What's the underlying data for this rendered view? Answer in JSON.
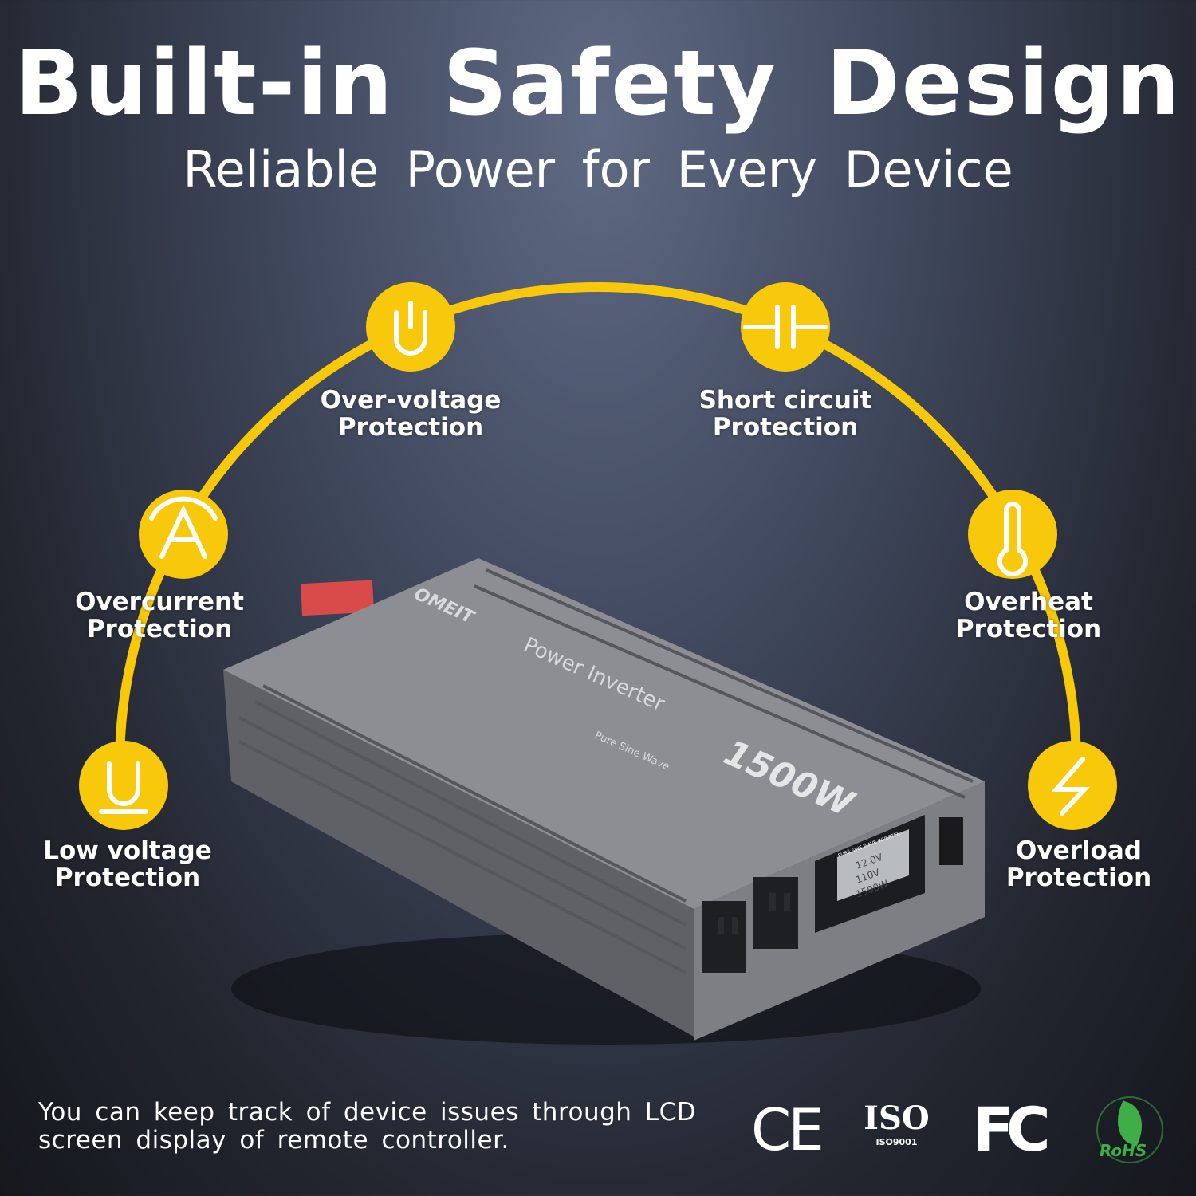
{
  "header": {
    "title": "Built-in Safety Design",
    "subtitle": "Reliable Power for Every Device"
  },
  "colors": {
    "accent": "#f8c80a",
    "rohs_green": "#3fae49"
  },
  "features": [
    {
      "line1": "Over-voltage",
      "line2": "Protection",
      "icon": "power-plug-icon"
    },
    {
      "line1": "Short circuit",
      "line2": "Protection",
      "icon": "capacitor-icon"
    },
    {
      "line1": "Overcurrent",
      "line2": "Protection",
      "icon": "ampere-icon"
    },
    {
      "line1": "Overheat",
      "line2": "Protection",
      "icon": "thermometer-icon"
    },
    {
      "line1": "Low voltage",
      "line2": "Protection",
      "icon": "voltage-u-icon"
    },
    {
      "line1": "Overload",
      "line2": "Protection",
      "icon": "lightning-icon"
    }
  ],
  "product": {
    "brand": "OMEIT",
    "name": "Power Inverter",
    "wave": "Pure Sine Wave",
    "wattage": "1500W",
    "lcd": {
      "header": "PURE SINE WAVE INVERTER",
      "dc": "12.0V",
      "ac": "110V",
      "watts": "1500W"
    }
  },
  "footer": {
    "note": "You can keep track of device issues through LCD screen display of remote controller.",
    "certs": {
      "ce": "CE",
      "iso": "ISO",
      "iso_sub": "ISO9001",
      "fcc": "FC",
      "rohs": "RoHS"
    }
  }
}
